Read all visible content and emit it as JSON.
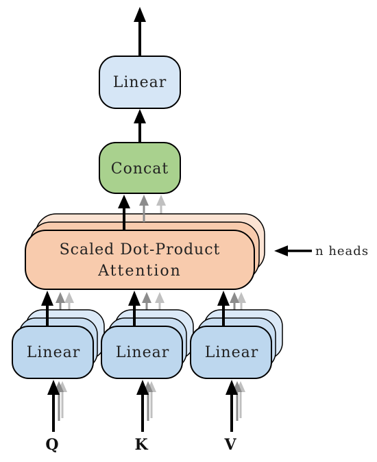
{
  "diagram": {
    "top_linear_label": "Linear",
    "concat_label": "Concat",
    "attention_label_line1": "Scaled Dot-Product",
    "attention_label_line2": "Attention",
    "heads_label": "n heads",
    "input_linear_labels": [
      "Linear",
      "Linear",
      "Linear"
    ],
    "input_labels": [
      "Q",
      "K",
      "V"
    ]
  },
  "colors": {
    "linear_fill": "#d6e6f6",
    "linear_input_fill": "#bdd7ee",
    "concat_fill": "#a9d18e",
    "attention_fill": "#f8cbad",
    "stroke": "#000000",
    "arrow_primary": "#000000",
    "arrow_secondary": "#7f7f7f",
    "arrow_tertiary": "#b4b4b4"
  }
}
